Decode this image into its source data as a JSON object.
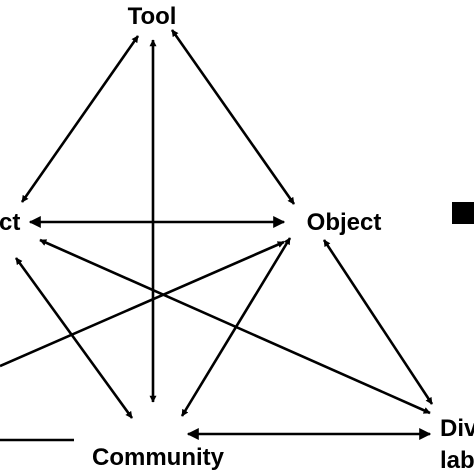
{
  "nodes": {
    "tool": "Tool",
    "subject_fragment": "ct",
    "object": "Object",
    "community": "Community",
    "division_line1": "Div",
    "division_line2": "lab"
  },
  "colors": {
    "ink": "#000000",
    "background": "#ffffff"
  }
}
